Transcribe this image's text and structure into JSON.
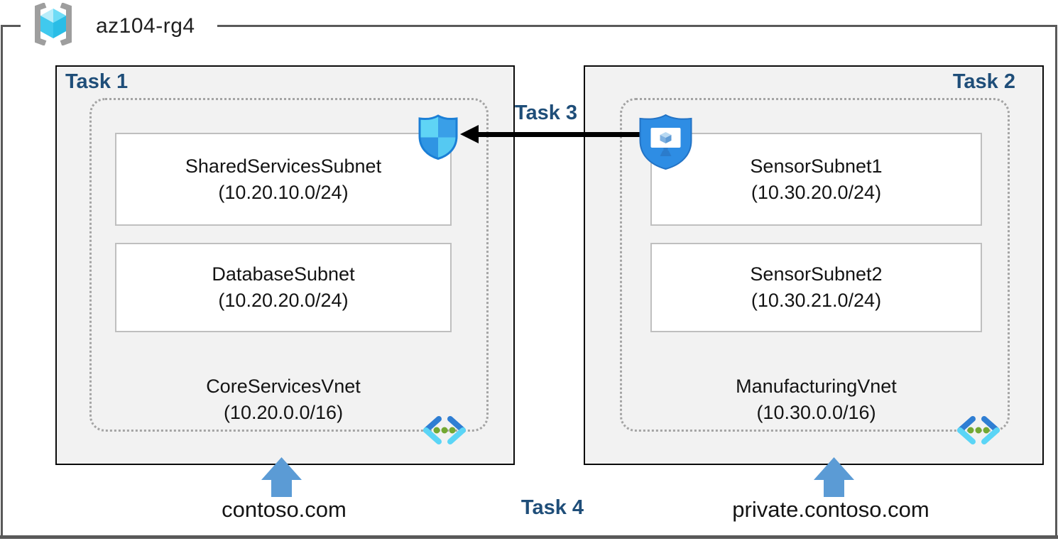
{
  "header": {
    "resource_group": "az104-rg4"
  },
  "groups": {
    "left": {
      "task_label": "Task 1",
      "subnets": [
        {
          "name": "SharedServicesSubnet",
          "cidr": "(10.20.10.0/24)"
        },
        {
          "name": "DatabaseSubnet",
          "cidr": "(10.20.20.0/24)"
        }
      ],
      "vnet_name": "CoreServicesVnet",
      "vnet_cidr": "(10.20.0.0/16)",
      "dns_label": "contoso.com"
    },
    "right": {
      "task_label": "Task 2",
      "subnets": [
        {
          "name": "SensorSubnet1",
          "cidr": "(10.30.20.0/24)"
        },
        {
          "name": "SensorSubnet2",
          "cidr": "(10.30.21.0/24)"
        }
      ],
      "vnet_name": "ManufacturingVnet",
      "vnet_cidr": "(10.30.0.0/16)",
      "dns_label": "private.contoso.com"
    }
  },
  "connections": {
    "task3_label": "Task 3",
    "task4_label": "Task 4"
  },
  "icons": {
    "resource_group": "resource-group-icon",
    "network_security_group": "nsg-shield-icon",
    "application_security_group": "asg-shield-icon",
    "virtual_network": "virtual-network-icon",
    "dns_pointer": "blue-up-arrow",
    "task3_flow": "black-left-arrow"
  },
  "colors": {
    "task_label": "#1F4E79",
    "group_fill": "#F2F2F2",
    "group_border": "#000000",
    "subnet_border": "#BFBFBF",
    "vnet_boundary_dotted": "#A4A4A4",
    "outer_frame": "#595959",
    "dns_arrow_blue": "#5B9BD5",
    "flow_arrow_black": "#000000",
    "shield_blue": "#2E8DE4",
    "shield_cyan": "#5FD4F5",
    "vnet_green_dot": "#73A832"
  }
}
